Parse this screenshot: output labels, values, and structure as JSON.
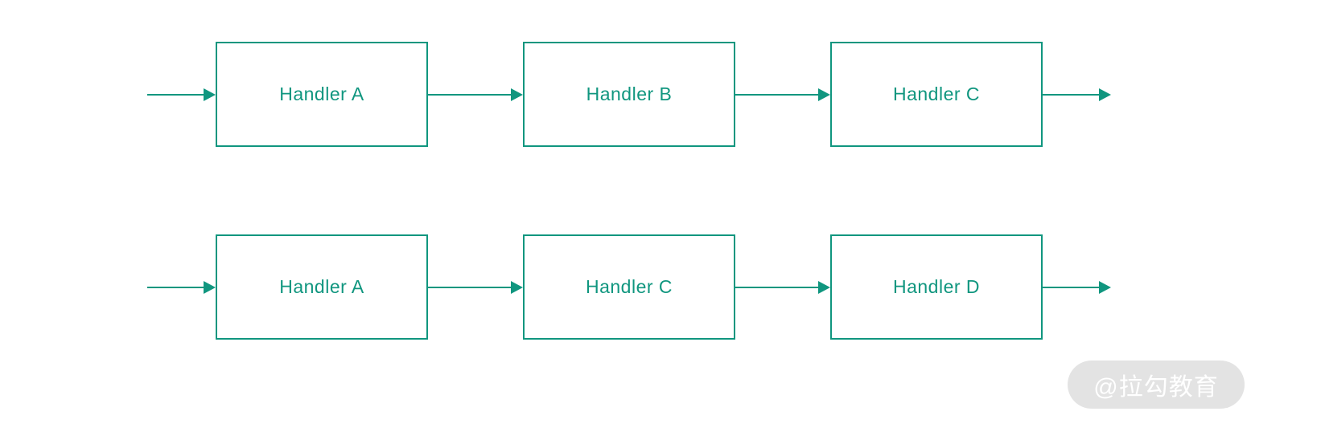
{
  "diagram": {
    "accent_color": "#10967f",
    "description": "chain-of-responsibility-flow",
    "rows": [
      {
        "handlers": [
          "Handler A",
          "Handler B",
          "Handler C"
        ]
      },
      {
        "handlers": [
          "Handler A",
          "Handler C",
          "Handler D"
        ]
      }
    ]
  },
  "watermark": {
    "text": "@拉勾教育",
    "bg_color": "#e3e3e3",
    "text_color": "#ffffff"
  }
}
